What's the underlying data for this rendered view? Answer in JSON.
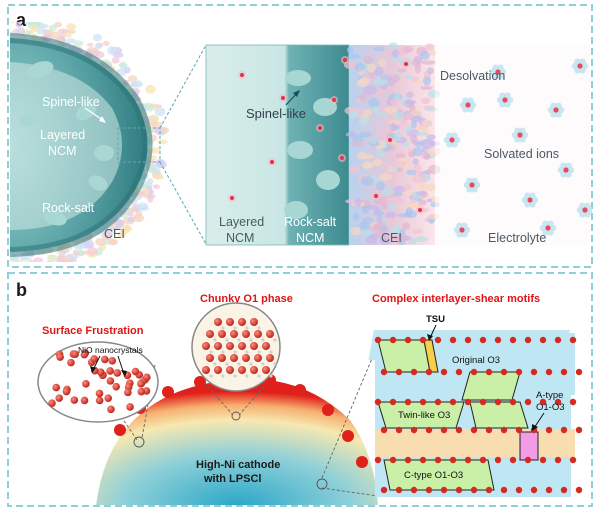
{
  "panel_a": {
    "letter": "a",
    "left": {
      "spinel_label": "Spinel-like",
      "layered_label_1": "Layered",
      "layered_label_2": "NCM",
      "rocksalt_label": "Rock-salt",
      "cei_label": "CEI"
    },
    "zoom": {
      "spinel_label": "Spinel-like",
      "layered_label_1": "Layered",
      "layered_label_2": "NCM",
      "rocksalt_label_1": "Rock-salt",
      "rocksalt_label_2": "NCM",
      "cei_label": "CEI",
      "desolvation_label": "Desolvation",
      "solvated_label": "Solvated ions",
      "electrolyte_label": "Electrolyte"
    }
  },
  "panel_b": {
    "letter": "b",
    "surface_title": "Surface Frustration",
    "nio_label": "NiO nanocrystals",
    "chunky_title": "Chunky O1 phase",
    "complex_title": "Complex interlayer-shear motifs",
    "tsu_label": "TSU",
    "original_label": "Original O3",
    "twin_label": "Twin-like O3",
    "atype_label_1": "A-type",
    "atype_label_2": "O1-O3",
    "ctype_label": "C-type O1-O3",
    "cathode_label_1": "High-Ni cathode",
    "cathode_label_2": "with LPSCl"
  },
  "colors": {
    "frame_dash": "#8fcfd6",
    "particle_teal": "#3f8f95",
    "shell_red": "#e0201a",
    "atom_red": "#d42a20",
    "title_red": "#e01515"
  }
}
